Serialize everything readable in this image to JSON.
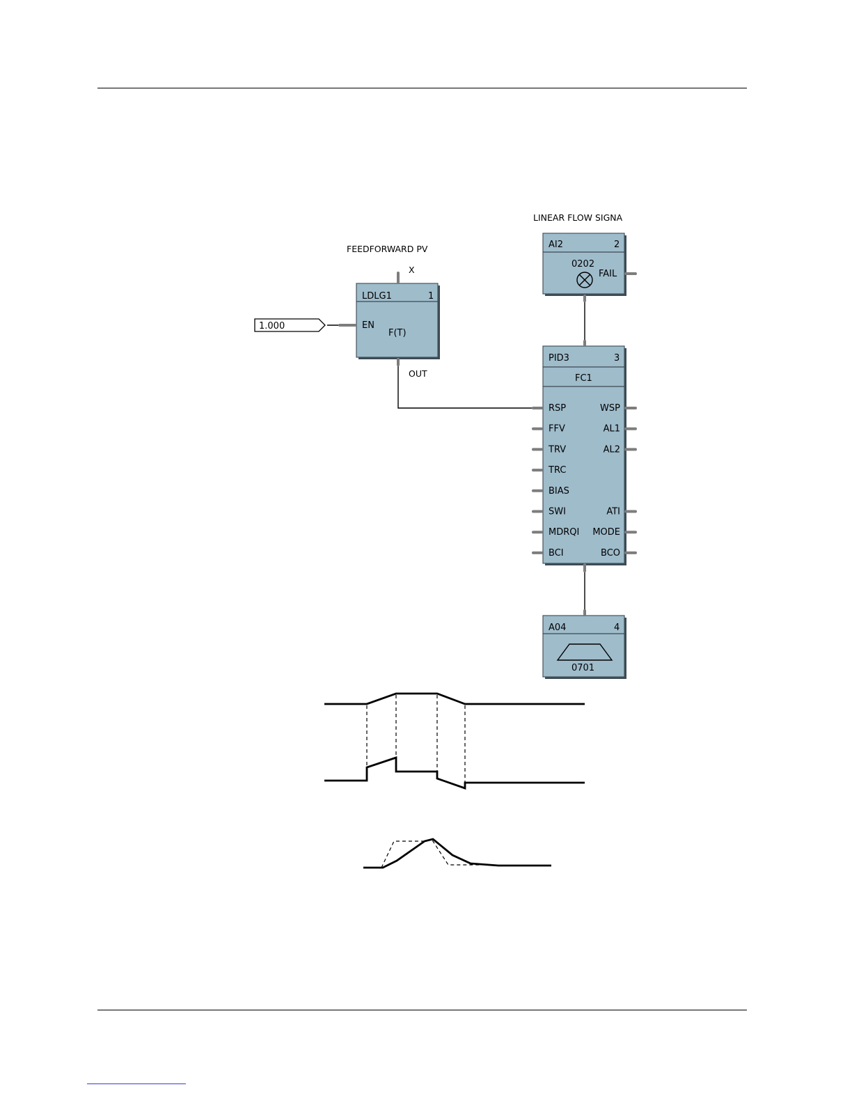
{
  "labels": {
    "feedforward_pv": "FEEDFORWARD PV",
    "linear_flow_signal": "LINEAR FLOW SIGNA",
    "x_pin": "X",
    "out_pin": "OUT"
  },
  "constant": {
    "value": "1.000"
  },
  "blocks": {
    "ldlg": {
      "name": "LDLG1",
      "number": "1",
      "input": "EN",
      "func": "F(T)"
    },
    "ai": {
      "name": "AI2",
      "number": "2",
      "address": "0202",
      "output": "FAIL"
    },
    "pid": {
      "name": "PID3",
      "number": "3",
      "tag": "FC1",
      "inputs": [
        "RSP",
        "FFV",
        "TRV",
        "TRC",
        "BIAS",
        "SWI",
        "MDRQI",
        "BCI"
      ],
      "outputs": [
        "WSP",
        "AL1",
        "AL2",
        "",
        "",
        "ATI",
        "MODE",
        "BCO"
      ]
    },
    "ao": {
      "name": "A04",
      "number": "4",
      "address": "0701"
    }
  },
  "colors": {
    "block_fill": "#9fbccb",
    "pin": "#7d7d7d"
  }
}
